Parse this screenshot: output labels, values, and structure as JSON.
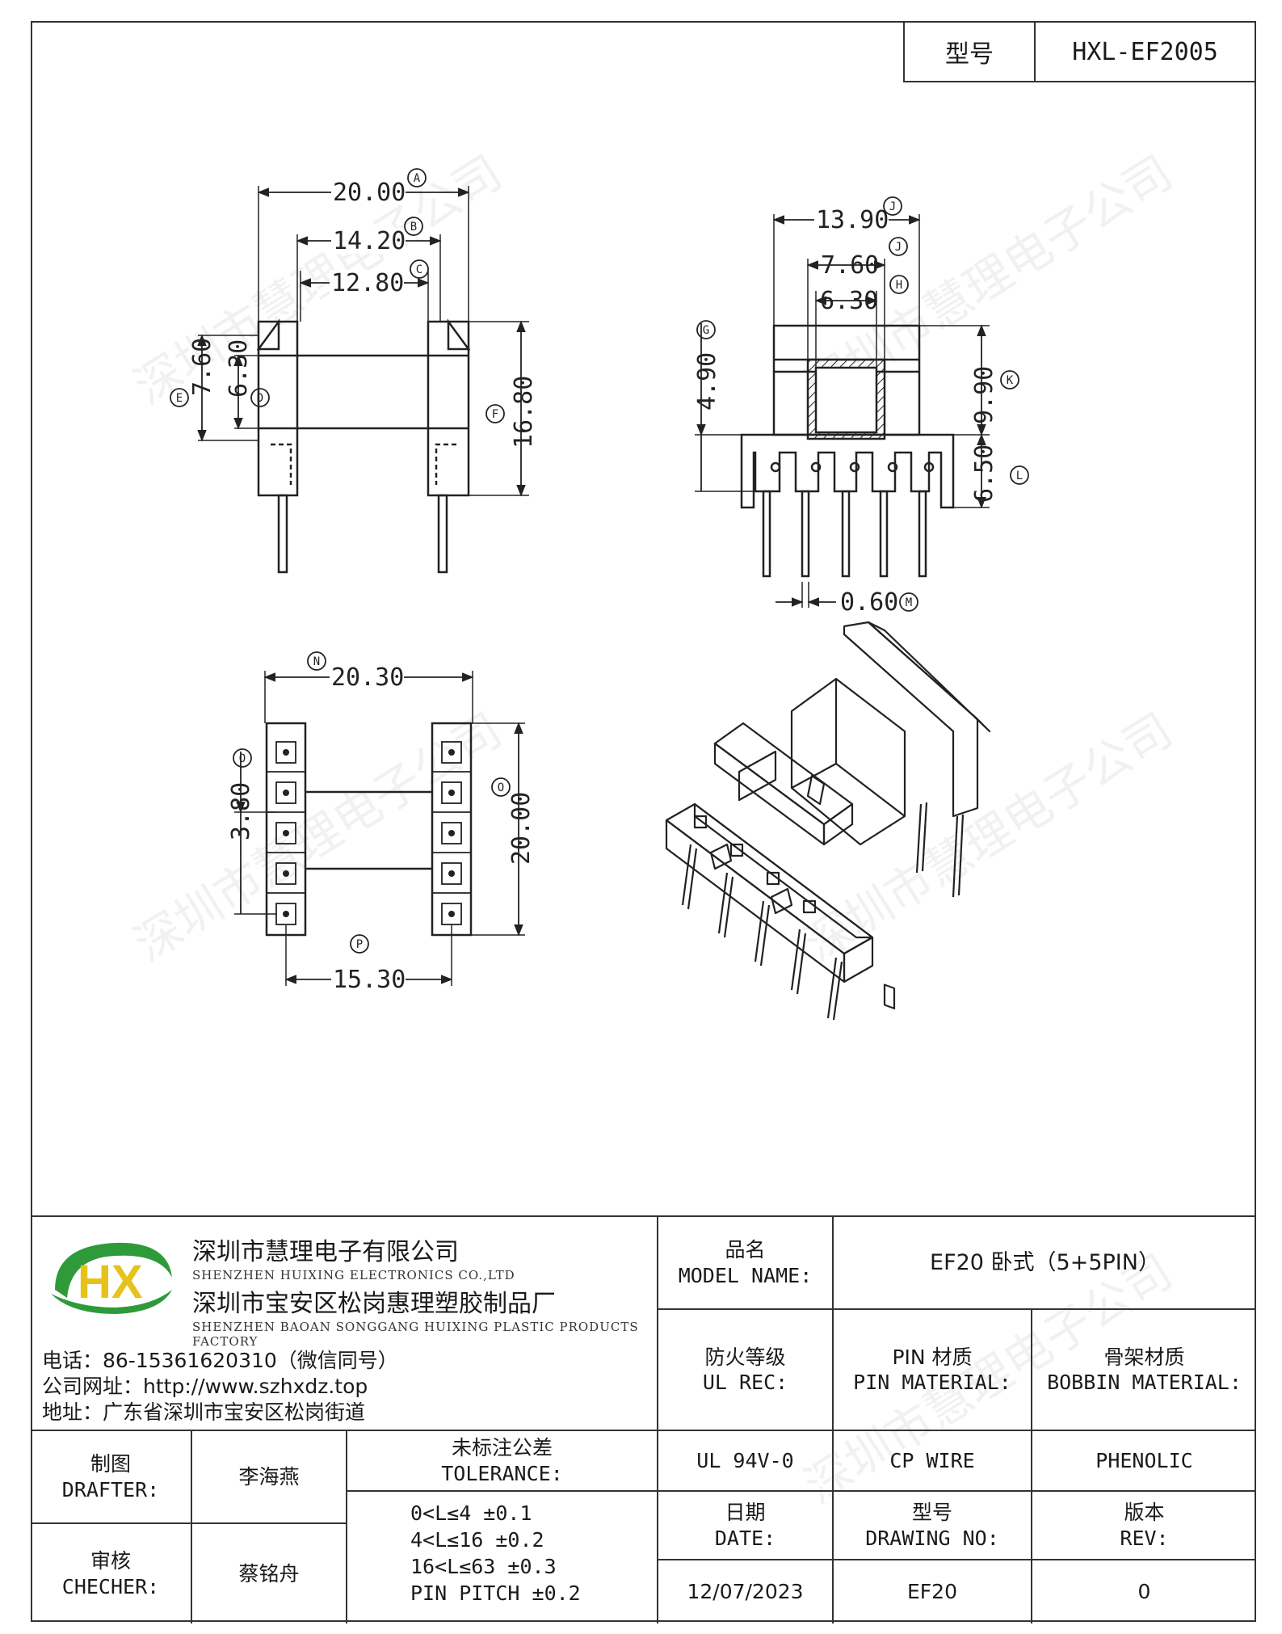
{
  "header": {
    "model_label": "型号",
    "model_value": "HXL-EF2005"
  },
  "watermark_text": "深圳市慧理电子公司",
  "drawing": {
    "side_view": {
      "dims": {
        "A": "20.00",
        "B": "14.20",
        "C": "12.80",
        "E": "7.60",
        "D": "6.30",
        "F": "16.80"
      },
      "letters": {
        "A": "A",
        "B": "B",
        "C": "C",
        "E": "E",
        "D": "D",
        "F": "F"
      }
    },
    "front_view": {
      "dims": {
        "J1": "13.90",
        "J2": "7.60",
        "H1": "6.30",
        "G": "4.90",
        "K": "9.90",
        "L": "6.50",
        "M": "0.60"
      },
      "letters": {
        "J1": "J",
        "J2": "J",
        "H1": "H",
        "G": "G",
        "K": "K",
        "L": "L",
        "M": "M"
      }
    },
    "bottom_view": {
      "dims": {
        "N": "20.30",
        "O1": "3.80",
        "O2": "20.00",
        "P": "15.30"
      },
      "letters": {
        "N": "N",
        "O1": "O",
        "O2": "O",
        "P": "P"
      }
    }
  },
  "title_block": {
    "company": {
      "logo_letters": "HX",
      "cn_name_1": "深圳市慧理电子有限公司",
      "en_name_1": "SHENZHEN HUIXING ELECTRONICS CO.,LTD",
      "cn_name_2": "深圳市宝安区松岗惠理塑胶制品厂",
      "en_name_2": "SHENZHEN BAOAN SONGGANG HUIXING PLASTIC PRODUCTS FACTORY",
      "phone": "电话：86-15361620310（微信同号）",
      "website": "公司网址：http://www.szhxdz.top",
      "address": "地址：广东省深圳市宝安区松岗街道"
    },
    "product_name": {
      "label_cn": "品名",
      "label_en": "MODEL NAME:",
      "value": "EF20 卧式（5+5PIN）"
    },
    "ul_rec": {
      "label_cn": "防火等级",
      "label_en": "UL REC:",
      "value": "UL 94V-0"
    },
    "pin_material": {
      "label_cn": "PIN 材质",
      "label_en": "PIN MATERIAL:",
      "value": "CP WIRE"
    },
    "bobbin_material": {
      "label_cn": "骨架材质",
      "label_en": "BOBBIN MATERIAL:",
      "value": "PHENOLIC"
    },
    "drafter": {
      "label_cn": "制图",
      "label_en": "DRAFTER:",
      "value": "李海燕"
    },
    "checker": {
      "label_cn": "审核",
      "label_en": "CHECHER:",
      "value": "蔡铭舟"
    },
    "tolerance": {
      "label_cn": "未标注公差",
      "label_en": "TOLERANCE:",
      "lines": [
        "0<L≤4   ±0.1",
        "4<L≤16  ±0.2",
        "16<L≤63  ±0.3",
        "PIN PITCH ±0.2"
      ]
    },
    "date": {
      "label_cn": "日期",
      "label_en": "DATE:",
      "value": "12/07/2023"
    },
    "drawing_no": {
      "label_cn": "型号",
      "label_en": "DRAWING NO:",
      "value": "EF20"
    },
    "rev": {
      "label_cn": "版本",
      "label_en": "REV:",
      "value": "0"
    }
  }
}
